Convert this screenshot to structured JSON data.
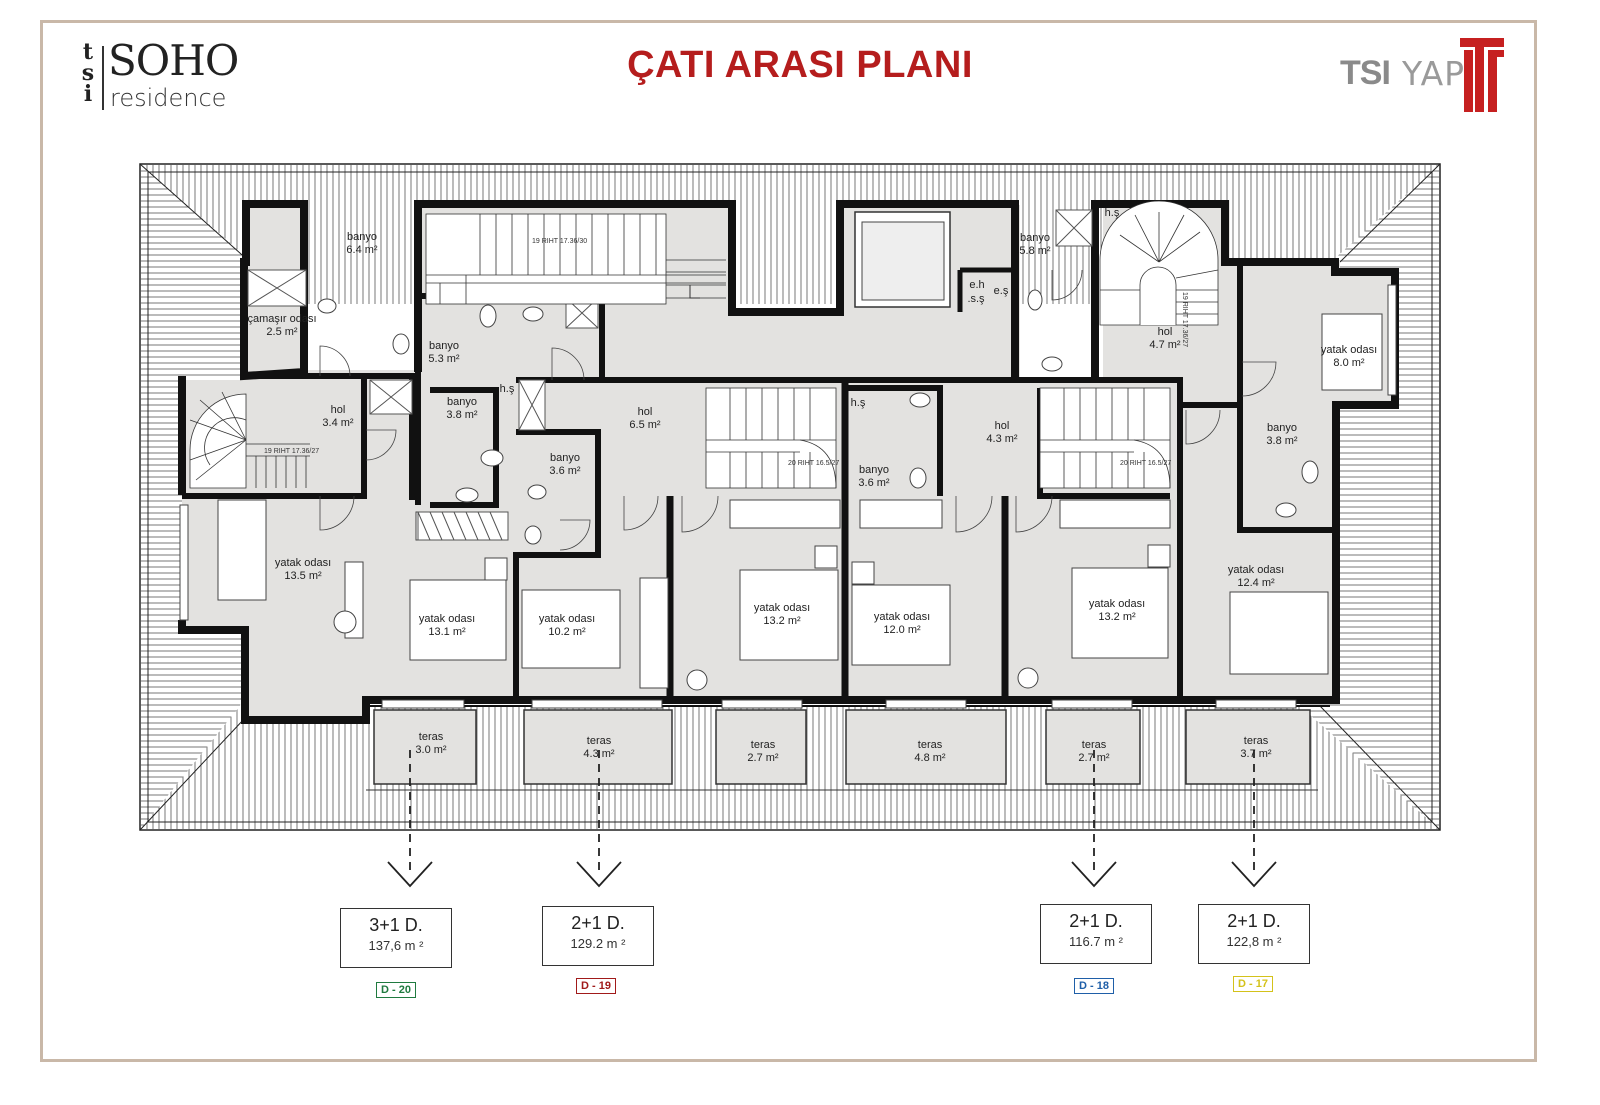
{
  "header": {
    "title": "ÇATI ARASI PLANI",
    "left_logo": {
      "mark": "tsi",
      "brand": "SOHO",
      "sub": "residence"
    },
    "right_logo": {
      "brand_bold": "TSI",
      "brand_light": "YAPI",
      "mark": "tsi-monogram-icon"
    }
  },
  "rooms": [
    {
      "name": "banyo",
      "area": "6.4 m²"
    },
    {
      "name": "çamaşır odası",
      "area": "2.5 m²"
    },
    {
      "name": "banyo",
      "area": "5.3 m²"
    },
    {
      "name": "hol",
      "area": "3.4 m²"
    },
    {
      "name": "banyo",
      "area": "3.8 m²"
    },
    {
      "name": "banyo",
      "area": "3.6 m²"
    },
    {
      "name": "hol",
      "area": "6.5 m²"
    },
    {
      "name": "banyo",
      "area": "5.8 m²"
    },
    {
      "name": "hol",
      "area": "4.7 m²"
    },
    {
      "name": "yatak odası",
      "area": "8.0 m²"
    },
    {
      "name": "hol",
      "area": "4.3 m²"
    },
    {
      "name": "banyo",
      "area": "3.6 m²"
    },
    {
      "name": "banyo",
      "area": "3.8 m²"
    },
    {
      "name": "yatak odası",
      "area": "13.5 m²"
    },
    {
      "name": "yatak odası",
      "area": "13.1 m²"
    },
    {
      "name": "yatak odası",
      "area": "10.2 m²"
    },
    {
      "name": "yatak odası",
      "area": "13.2 m²"
    },
    {
      "name": "yatak odası",
      "area": "12.0 m²"
    },
    {
      "name": "yatak odası",
      "area": "13.2 m²"
    },
    {
      "name": "yatak odası",
      "area": "12.4 m²"
    },
    {
      "name": "teras",
      "area": "3.0 m²"
    },
    {
      "name": "teras",
      "area": "4.3 m²"
    },
    {
      "name": "teras",
      "area": "2.7 m²"
    },
    {
      "name": "teras",
      "area": "4.8 m²"
    },
    {
      "name": "teras",
      "area": "2.7 m²"
    },
    {
      "name": "teras",
      "area": "3.7 m²"
    }
  ],
  "small_labels": {
    "hs1": "h.ş",
    "hs2": "h.ş",
    "hs3": "h.ş",
    "eh": "e.h",
    "es1": ".s.ş",
    "es2": "e.ş"
  },
  "stairs": {
    "main_note": "19 RIHT 17.36/30",
    "left_note": "19 RIHT 17.36/27",
    "mid_note": "20 RIHT 16.5/27",
    "right_note": "20 RIHT 16.5/27",
    "spiral_note": "19 RIHT 17.36/27"
  },
  "units": [
    {
      "type": "3+1 D.",
      "area": "137,6 m ²",
      "code": "D - 20",
      "color": "#1f7a3f"
    },
    {
      "type": "2+1 D.",
      "area": "129.2 m ²",
      "code": "D - 19",
      "color": "#a11a1a"
    },
    {
      "type": "2+1 D.",
      "area": "116.7 m ²",
      "code": "D - 18",
      "color": "#1f5fa8"
    },
    {
      "type": "2+1 D.",
      "area": "122,8 m ²",
      "code": "D - 17",
      "color": "#d4c21a"
    }
  ],
  "colors": {
    "title": "#b51d1d",
    "wall": "#111111",
    "floor": "#e3e2e0",
    "frame": "#c9b8a8"
  }
}
